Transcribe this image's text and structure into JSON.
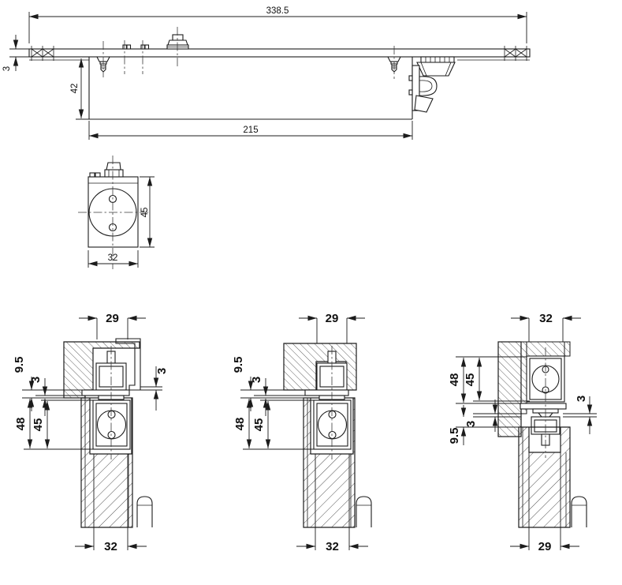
{
  "drawing": {
    "type": "door-closer-installation-drawing",
    "top_view": {
      "overall_length": "338.5",
      "plate_thickness": "3",
      "body_height": "42",
      "body_length": "215"
    },
    "front_view": {
      "body_height": "45",
      "body_width": "32"
    },
    "details": [
      {
        "id": "detail-left",
        "top_width": "29",
        "bracket_gap": "3",
        "frame_offset": "9.5",
        "door_gap": "3",
        "mount_depth": "48",
        "body_height": "45",
        "bottom_width": "32"
      },
      {
        "id": "detail-middle",
        "top_width": "29",
        "frame_offset": "9.5",
        "door_gap": "3",
        "mount_depth": "48",
        "body_height": "45",
        "bottom_width": "32"
      },
      {
        "id": "detail-right",
        "top_width": "32",
        "mount_depth": "48",
        "body_height": "45",
        "door_gap": "3",
        "frame_offset": "9.5",
        "side_gap": "3",
        "bottom_width": "29"
      }
    ]
  }
}
